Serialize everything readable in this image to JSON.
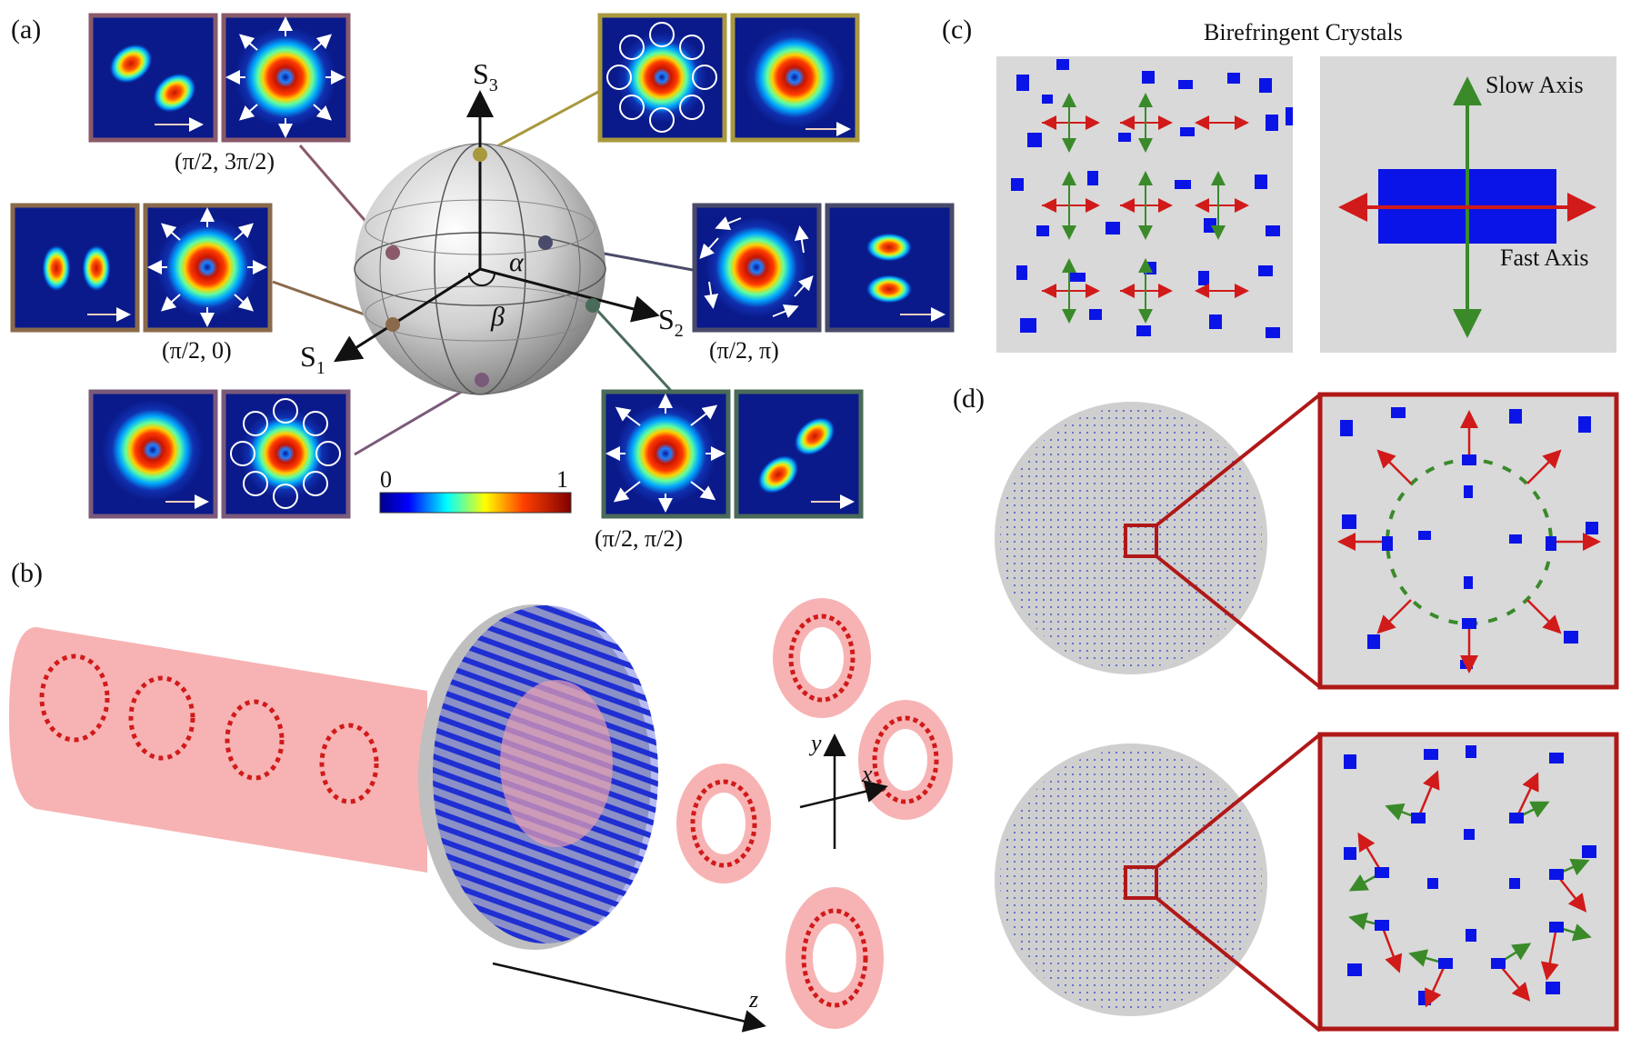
{
  "panels": {
    "a": {
      "label": "(a)",
      "axes": {
        "s1": "S",
        "s1_sub": "1",
        "s2": "S",
        "s2_sub": "2",
        "s3": "S",
        "s3_sub": "3"
      },
      "angles": {
        "alpha": "α",
        "beta": "β"
      },
      "coords": {
        "top_left": "(π/2, 3π/2)",
        "mid_left": "(π/2, 0)",
        "mid_right": "(π/2, π)",
        "bottom_right": "(π/2, π/2)"
      },
      "colorbar": {
        "min": "0",
        "max": "1"
      },
      "frame_colors": {
        "top_left": "#8a5a6a",
        "mid_left": "#8a6a4a",
        "bottom_left": "#7a5a7a",
        "top_right": "#a8983e",
        "mid_right": "#4a4a6a",
        "bottom_right": "#4a6a5a"
      }
    },
    "b": {
      "label": "(b)",
      "axes": {
        "x": "x",
        "y": "y",
        "z": "z"
      }
    },
    "c": {
      "label": "(c)",
      "title": "Birefringent Crystals",
      "slow_axis": "Slow Axis",
      "fast_axis": "Fast Axis"
    },
    "d": {
      "label": "(d)"
    }
  },
  "colors": {
    "crystal_blue": "#0a14e6",
    "arrow_red": "#d11a1a",
    "arrow_green": "#3a8a2a",
    "frame_red": "#b01818",
    "beam_pink": "#f7b3b3"
  }
}
